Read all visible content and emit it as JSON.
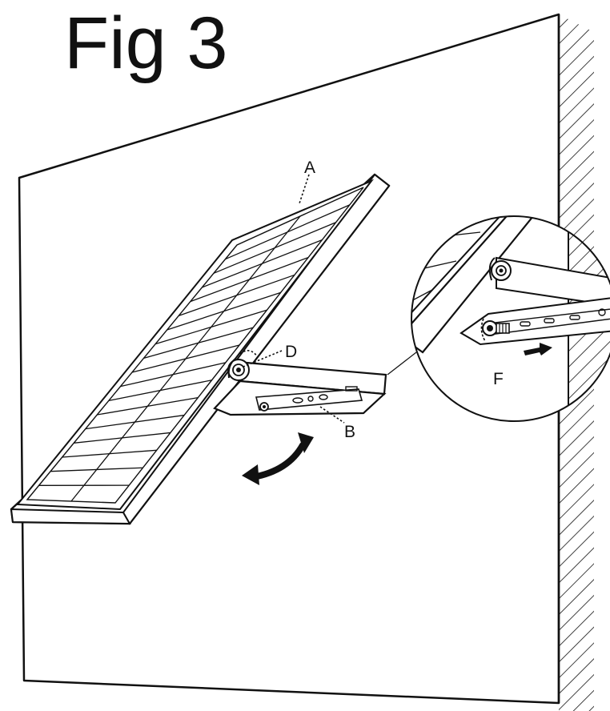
{
  "figure": {
    "title": "Fig 3",
    "labels": {
      "a": "A",
      "b": "B",
      "d": "D",
      "f": "F"
    }
  },
  "colors": {
    "ink": "#111111",
    "paper": "#ffffff"
  },
  "icons": {
    "rotate": "curved-double-arrow-icon",
    "slide": "arrow-right-icon"
  }
}
